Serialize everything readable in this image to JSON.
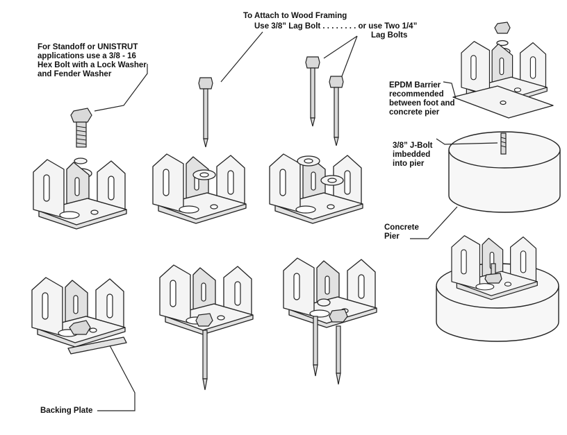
{
  "labels": {
    "standoff": [
      "For Standoff or UNISTRUT",
      "applications use a 3/8 - 16",
      "Hex Bolt with a Lock Washer",
      "and Fender Washer"
    ],
    "attach_title": "To Attach to Wood Framing",
    "attach_line": "Use 3/8” Lag Bolt . . . . . . . .   or use Two 1/4”",
    "attach_lag": "Lag Bolts",
    "epdm": [
      "EPDM Barrier",
      "recommended",
      "between foot and",
      "concrete pier"
    ],
    "jbolt": [
      "3/8” J-Bolt",
      "imbedded",
      "into pier"
    ],
    "pier": [
      "Concrete",
      "Pier"
    ],
    "backing": "Backing Plate"
  }
}
